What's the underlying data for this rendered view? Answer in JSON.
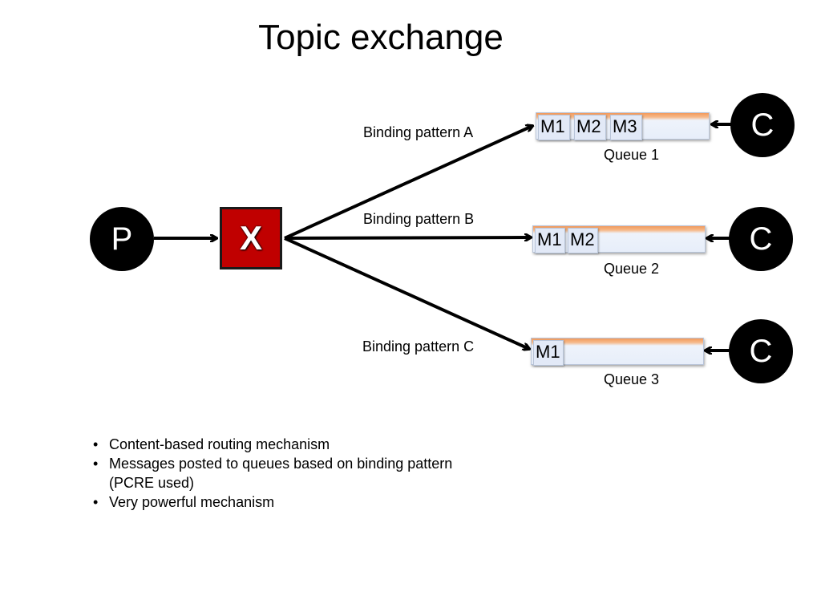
{
  "title": "Topic exchange",
  "producer": {
    "label": "P"
  },
  "exchange": {
    "label": "X",
    "color": "#c00000"
  },
  "consumers": [
    {
      "label": "C"
    },
    {
      "label": "C"
    },
    {
      "label": "C"
    }
  ],
  "bindings": [
    "Binding pattern A",
    "Binding pattern B",
    "Binding pattern C"
  ],
  "queues": [
    {
      "name": "Queue 1",
      "messages": [
        "M1",
        "M2",
        "M3"
      ]
    },
    {
      "name": "Queue 2",
      "messages": [
        "M1",
        "M2"
      ]
    },
    {
      "name": "Queue 3",
      "messages": [
        "M1"
      ]
    }
  ],
  "notes": [
    "Content-based routing mechanism",
    "Messages posted to queues based on binding pattern (PCRE used)",
    "Very powerful mechanism"
  ]
}
